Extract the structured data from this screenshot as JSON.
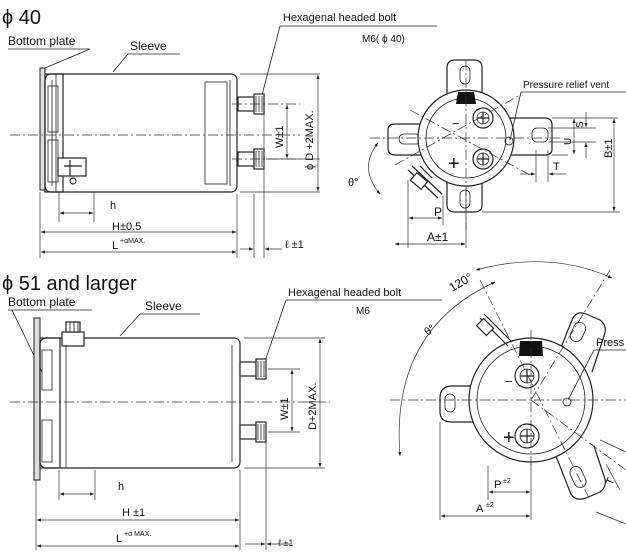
{
  "top": {
    "title": "ϕ 40",
    "bottom_plate": "Bottom plate",
    "sleeve": "Sleeve",
    "hex_bolt": "Hexagenal headed bolt",
    "bolt_size": "M6( ϕ 40)",
    "pressure_vent": "Pressure relief vent",
    "dim_h": "h",
    "dim_H": "H±0.5",
    "dim_L_base": "L",
    "dim_L_sup": "+αMAX.",
    "dim_l": "ℓ ±1",
    "dim_W": "W±1",
    "dim_D": "ϕ D +2MAX.",
    "dim_S": "S",
    "dim_U": "U",
    "dim_T": "T",
    "dim_B": "B±1",
    "dim_P": "P",
    "dim_A": "A±1",
    "theta": "θ°",
    "minus": "−",
    "plus": "+"
  },
  "bottom": {
    "title": "ϕ 51 and larger",
    "bottom_plate": "Bottom plate",
    "sleeve": "Sleeve",
    "hex_bolt": "Hexagenal headed bolt",
    "bolt_size": "M6",
    "pressure_vent": "Press",
    "angle_120": "120°",
    "theta": "θ°",
    "dim_h": "h",
    "dim_H": "H ±1",
    "dim_L_base": "L",
    "dim_L_sup": "+α MAX.",
    "dim_l": "ℓ ±1",
    "dim_W": "W±1",
    "dim_D": "D+2MAX.",
    "dim_P_base": "P",
    "dim_P_sup": "±2",
    "dim_A_base": "A",
    "dim_A_sup": "±2",
    "dim_T": "T",
    "minus": "−",
    "plus": "+"
  }
}
